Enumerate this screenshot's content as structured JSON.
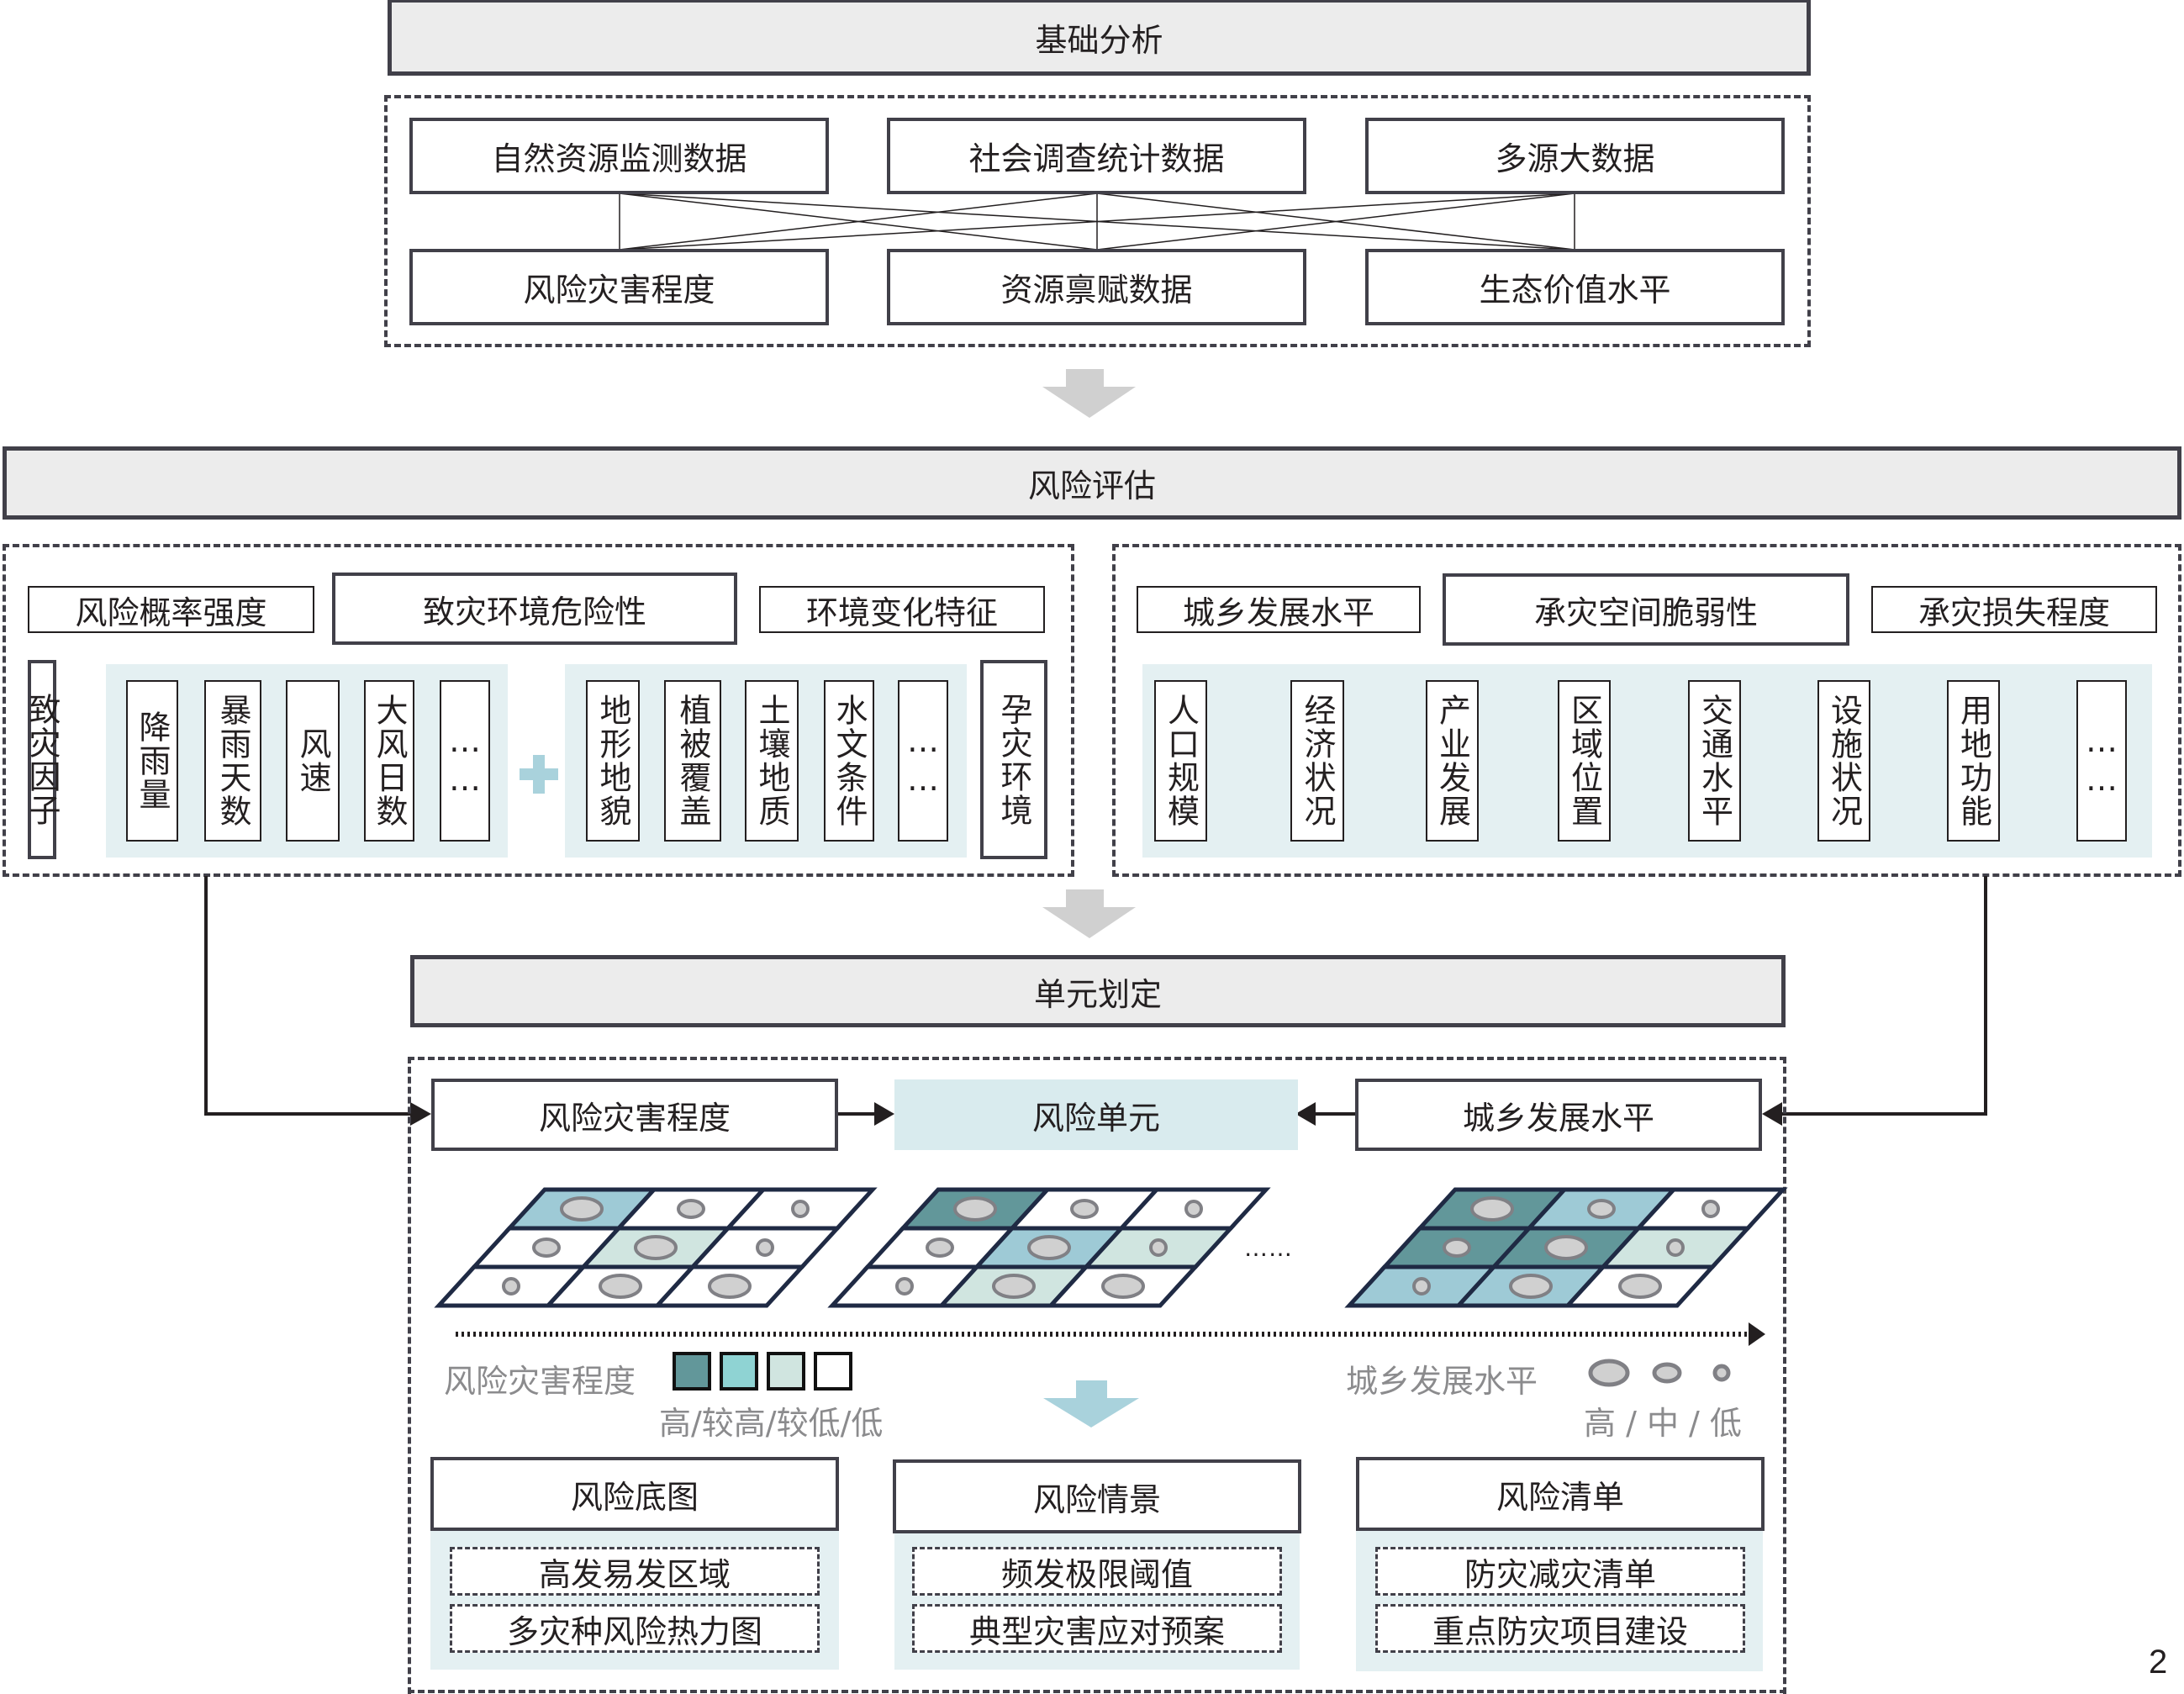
{
  "stages": {
    "basic_analysis": "基础分析",
    "risk_assessment": "风险评估",
    "unit_division": "单元划定"
  },
  "basic_analysis": {
    "top_row": [
      "自然资源监测数据",
      "社会调查统计数据",
      "多源大数据"
    ],
    "bottom_row": [
      "风险灾害程度",
      "资源禀赋数据",
      "生态价值水平"
    ]
  },
  "risk_assessment": {
    "left_panel": {
      "header_left": "风险概率强度",
      "header_center": "致灾环境危险性",
      "header_right": "环境变化特征",
      "side_left": "致灾因子",
      "side_right": "孕灾环境",
      "group1": [
        "降雨量",
        "暴雨天数",
        "风速",
        "大风日数",
        "……"
      ],
      "plus": "+",
      "group2": [
        "地形地貌",
        "植被覆盖",
        "土壤地质",
        "水文条件",
        "……"
      ]
    },
    "right_panel": {
      "header_left": "城乡发展水平",
      "header_center": "承灾空间脆弱性",
      "header_right": "承灾损失程度",
      "factors": [
        "人口规模",
        "经济状况",
        "产业发展",
        "区域位置",
        "交通水平",
        "设施状况",
        "用地功能",
        "……"
      ]
    }
  },
  "unit_division": {
    "left_input": "风险灾害程度",
    "center": "风险单元",
    "right_input": "城乡发展水平",
    "ellipsis": "……",
    "grids": [
      {
        "name": "grid-1",
        "cells": [
          {
            "level": "较高",
            "dev": "高"
          },
          {
            "level": "低",
            "dev": "中"
          },
          {
            "level": "低",
            "dev": "低"
          },
          {
            "level": "低",
            "dev": "中"
          },
          {
            "level": "较低",
            "dev": "高"
          },
          {
            "level": "低",
            "dev": "低"
          },
          {
            "level": "低",
            "dev": "低"
          },
          {
            "level": "低",
            "dev": "高"
          },
          {
            "level": "低",
            "dev": "高"
          }
        ]
      },
      {
        "name": "grid-2",
        "cells": [
          {
            "level": "高",
            "dev": "高"
          },
          {
            "level": "低",
            "dev": "中"
          },
          {
            "level": "低",
            "dev": "低"
          },
          {
            "level": "低",
            "dev": "中"
          },
          {
            "level": "较高",
            "dev": "高"
          },
          {
            "level": "较低",
            "dev": "低"
          },
          {
            "level": "低",
            "dev": "低"
          },
          {
            "level": "较低",
            "dev": "高"
          },
          {
            "level": "低",
            "dev": "高"
          }
        ]
      },
      {
        "name": "grid-3",
        "cells": [
          {
            "level": "高",
            "dev": "高"
          },
          {
            "level": "较高",
            "dev": "中"
          },
          {
            "level": "低",
            "dev": "低"
          },
          {
            "level": "高",
            "dev": "中"
          },
          {
            "level": "高",
            "dev": "高"
          },
          {
            "level": "较低",
            "dev": "低"
          },
          {
            "level": "较高",
            "dev": "低"
          },
          {
            "level": "较高",
            "dev": "高"
          },
          {
            "level": "低",
            "dev": "高"
          }
        ]
      }
    ],
    "legend": {
      "hazard_label": "风险灾害程度",
      "hazard_levels": "高/较高/较低/低",
      "hazard_colors": [
        "#62979a",
        "#8fd3d3",
        "#d0e5e0",
        "#ffffff"
      ],
      "development_label": "城乡发展水平",
      "development_levels": "高 / 中 / 低"
    }
  },
  "grid_fill_colors": {
    "高": "#62979a",
    "较高": "#9ecad6",
    "较低": "#d0e5e0",
    "低": "#ffffff"
  },
  "outputs": [
    {
      "title": "风险底图",
      "items": [
        "高发易发区域",
        "多灾种风险热力图"
      ]
    },
    {
      "title": "风险情景",
      "items": [
        "频发极限阈值",
        "典型灾害应对预案"
      ]
    },
    {
      "title": "风险清单",
      "items": [
        "防灾减灾清单",
        "重点防灾项目建设"
      ]
    }
  ],
  "page_number": "2"
}
